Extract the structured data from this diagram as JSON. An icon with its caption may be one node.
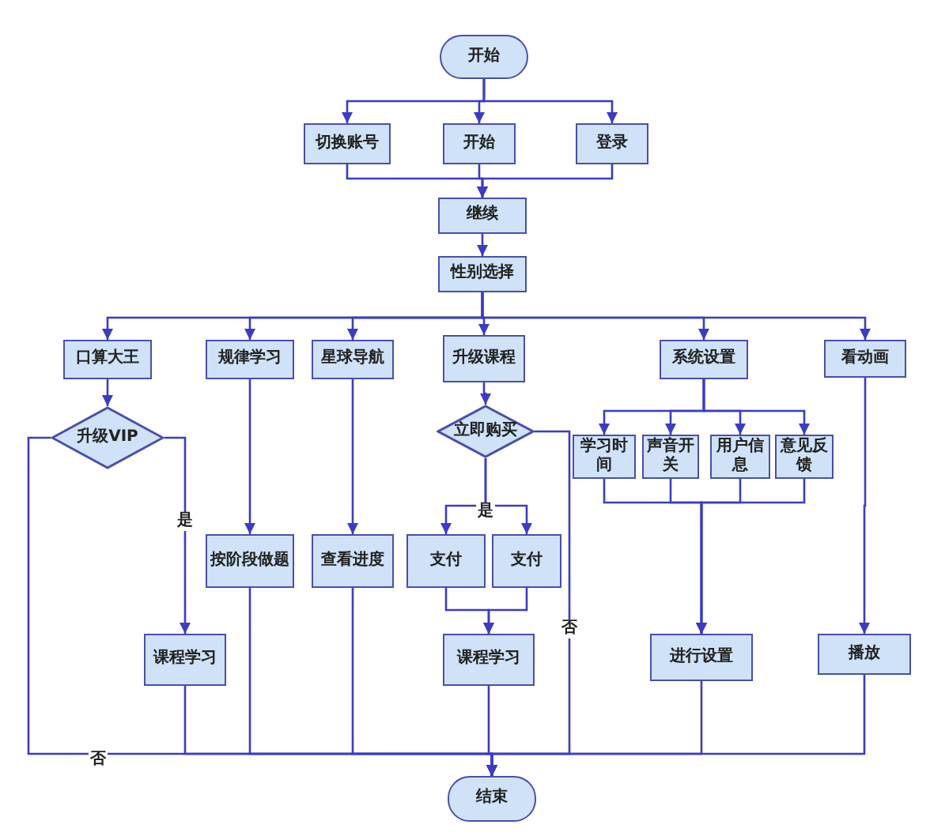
{
  "diagram": {
    "nodes": [
      {
        "text": [
          "开始"
        ]
      },
      {
        "text": [
          "切换账号"
        ]
      },
      {
        "text": [
          "开始"
        ]
      },
      {
        "text": [
          "登录"
        ]
      },
      {
        "text": [
          "继续"
        ]
      },
      {
        "text": [
          "性别选择"
        ]
      },
      {
        "text": [
          "口算大王"
        ]
      },
      {
        "text": [
          "规律学习"
        ]
      },
      {
        "text": [
          "星球导航"
        ]
      },
      {
        "text": [
          "升级课程"
        ]
      },
      {
        "text": [
          "系统设置"
        ]
      },
      {
        "text": [
          "看动画"
        ]
      },
      {
        "text": [
          "升级VIP"
        ]
      },
      {
        "text": [
          "立即购买"
        ]
      },
      {
        "text": [
          "学习时间"
        ]
      },
      {
        "text": [
          "声音开关"
        ]
      },
      {
        "text": [
          "用户信息"
        ]
      },
      {
        "text": [
          "意见反馈"
        ]
      },
      {
        "text": [
          "按阶段做题"
        ]
      },
      {
        "text": [
          "查看进度"
        ]
      },
      {
        "text": [
          "支付"
        ]
      },
      {
        "text": [
          "支付"
        ]
      },
      {
        "text": [
          "课程学习"
        ]
      },
      {
        "text": [
          "课程学习"
        ]
      },
      {
        "text": [
          "进行设置"
        ]
      },
      {
        "text": [
          "播放"
        ]
      },
      {
        "text": [
          "结束"
        ]
      }
    ],
    "edges": [
      {
        "from": 0,
        "to": 1,
        "arrow": "to"
      },
      {
        "from": 0,
        "to": 2,
        "arrow": "to"
      },
      {
        "from": 0,
        "to": 3,
        "arrow": "to"
      },
      {
        "from": 1,
        "to": 4,
        "arrow": "to"
      },
      {
        "from": 2,
        "to": 4,
        "arrow": "to"
      },
      {
        "from": 3,
        "to": 4,
        "arrow": "to"
      },
      {
        "from": 4,
        "to": 5,
        "arrow": "to"
      },
      {
        "from": 5,
        "to": 6,
        "arrow": "to"
      },
      {
        "from": 5,
        "to": 7,
        "arrow": "to"
      },
      {
        "from": 5,
        "to": 8,
        "arrow": "to"
      },
      {
        "from": 5,
        "to": 9,
        "arrow": "to"
      },
      {
        "from": 5,
        "to": 10,
        "arrow": "to"
      },
      {
        "from": 5,
        "to": 11,
        "arrow": "to"
      },
      {
        "from": 6,
        "to": 12,
        "arrow": "to"
      },
      {
        "from": 12,
        "to": 22,
        "label": "是",
        "arrow": "to"
      },
      {
        "from": 12,
        "to": 26,
        "label": "否",
        "arrow": "to"
      },
      {
        "from": 7,
        "to": 18,
        "arrow": "to"
      },
      {
        "from": 8,
        "to": 19,
        "arrow": "to"
      },
      {
        "from": 9,
        "to": 13,
        "arrow": "to"
      },
      {
        "from": 13,
        "to": 20,
        "label": "是",
        "arrow": "to"
      },
      {
        "from": 13,
        "to": 21,
        "arrow": "to"
      },
      {
        "from": 13,
        "to": 26,
        "label": "否",
        "arrow": "to"
      },
      {
        "from": 10,
        "to": 14,
        "arrow": "to"
      },
      {
        "from": 10,
        "to": 15,
        "arrow": "to"
      },
      {
        "from": 10,
        "to": 16,
        "arrow": "to"
      },
      {
        "from": 10,
        "to": 17,
        "arrow": "to"
      },
      {
        "from": 14,
        "to": 24,
        "arrow": "to"
      },
      {
        "from": 15,
        "to": 24,
        "arrow": "to"
      },
      {
        "from": 16,
        "to": 24,
        "arrow": "to"
      },
      {
        "from": 17,
        "to": 24,
        "arrow": "to"
      },
      {
        "from": 11,
        "to": 25,
        "arrow": "to"
      },
      {
        "from": 20,
        "to": 23,
        "arrow": "to"
      },
      {
        "from": 21,
        "to": 23,
        "arrow": "to"
      },
      {
        "from": 18,
        "to": 26,
        "arrow": "to"
      },
      {
        "from": 19,
        "to": 26,
        "arrow": "to"
      },
      {
        "from": 22,
        "to": 26,
        "arrow": "to"
      },
      {
        "from": 23,
        "to": 26,
        "arrow": "to"
      },
      {
        "from": 24,
        "to": 26,
        "arrow": "to"
      },
      {
        "from": 25,
        "to": 26,
        "arrow": "to"
      }
    ]
  }
}
